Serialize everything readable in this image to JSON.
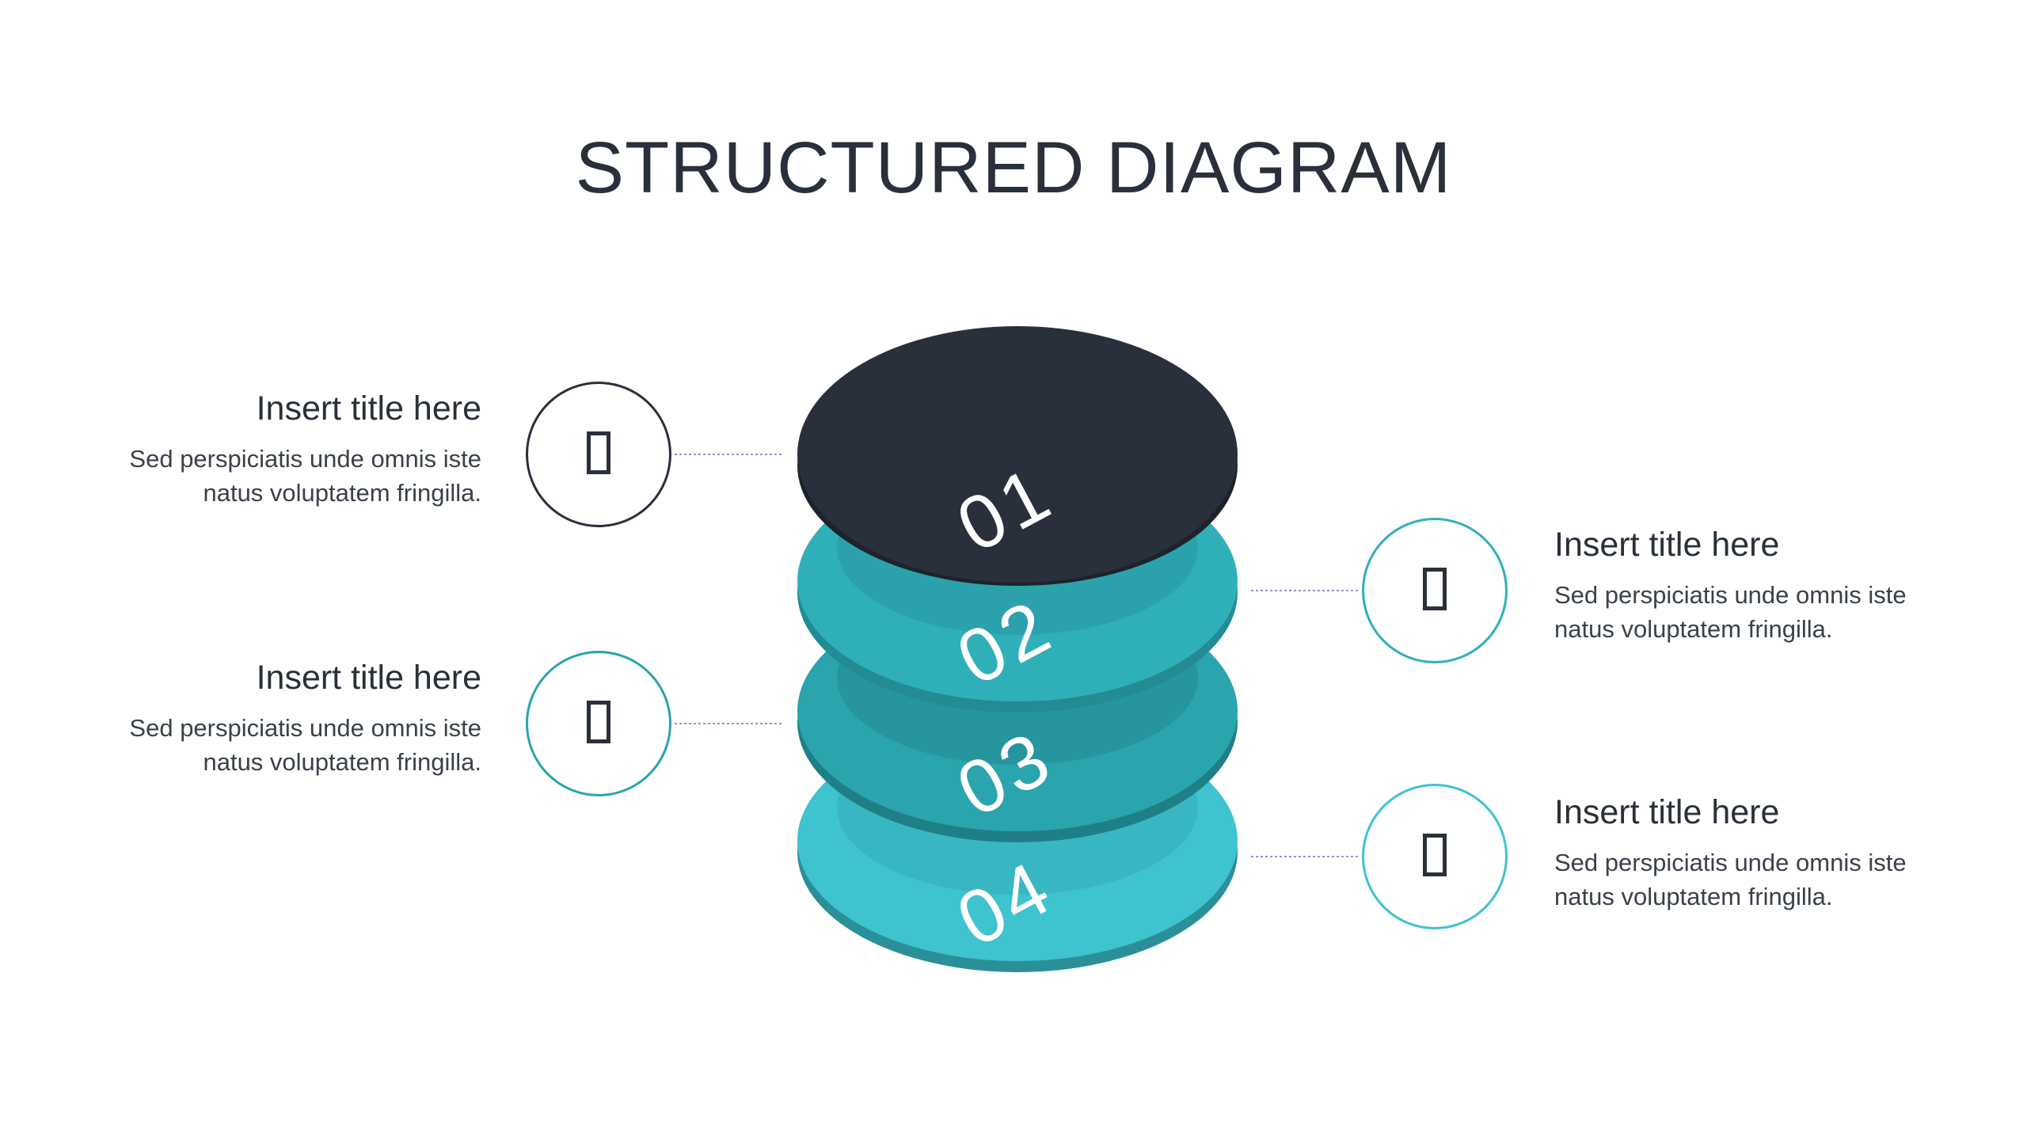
{
  "title": "STRUCTURED DIAGRAM",
  "colors": {
    "dark": "#292f3b",
    "teal_1": "#2fb0b9",
    "teal_2": "#2aa4ad",
    "teal_3": "#3ec3cf",
    "text": "#2a303b",
    "connector": "#8f97c8"
  },
  "layers": [
    {
      "number": "01",
      "color": "#292f3b"
    },
    {
      "number": "02",
      "color": "#2fb0b9"
    },
    {
      "number": "03",
      "color": "#2aa4ad"
    },
    {
      "number": "04",
      "color": "#3ec3cf"
    }
  ],
  "callouts": [
    {
      "layer": "01",
      "side": "left",
      "title": "Insert title here",
      "description_line1": "Sed perspiciatis unde omnis iste",
      "description_line2": "natus voluptatem fringilla.",
      "icon": "placeholder-glyph-icon",
      "ring_color": "#2a303b"
    },
    {
      "layer": "02",
      "side": "right",
      "title": "Insert title here",
      "description_line1": "Sed perspiciatis unde omnis iste",
      "description_line2": "natus voluptatem fringilla.",
      "icon": "placeholder-glyph-icon",
      "ring_color": "#2fb0b9"
    },
    {
      "layer": "03",
      "side": "left",
      "title": "Insert title here",
      "description_line1": "Sed perspiciatis unde omnis iste",
      "description_line2": "natus voluptatem fringilla.",
      "icon": "placeholder-glyph-icon",
      "ring_color": "#2aa4ad"
    },
    {
      "layer": "04",
      "side": "right",
      "title": "Insert title here",
      "description_line1": "Sed perspiciatis unde omnis iste",
      "description_line2": "natus voluptatem fringilla.",
      "icon": "placeholder-glyph-icon",
      "ring_color": "#3ec3cf"
    }
  ]
}
